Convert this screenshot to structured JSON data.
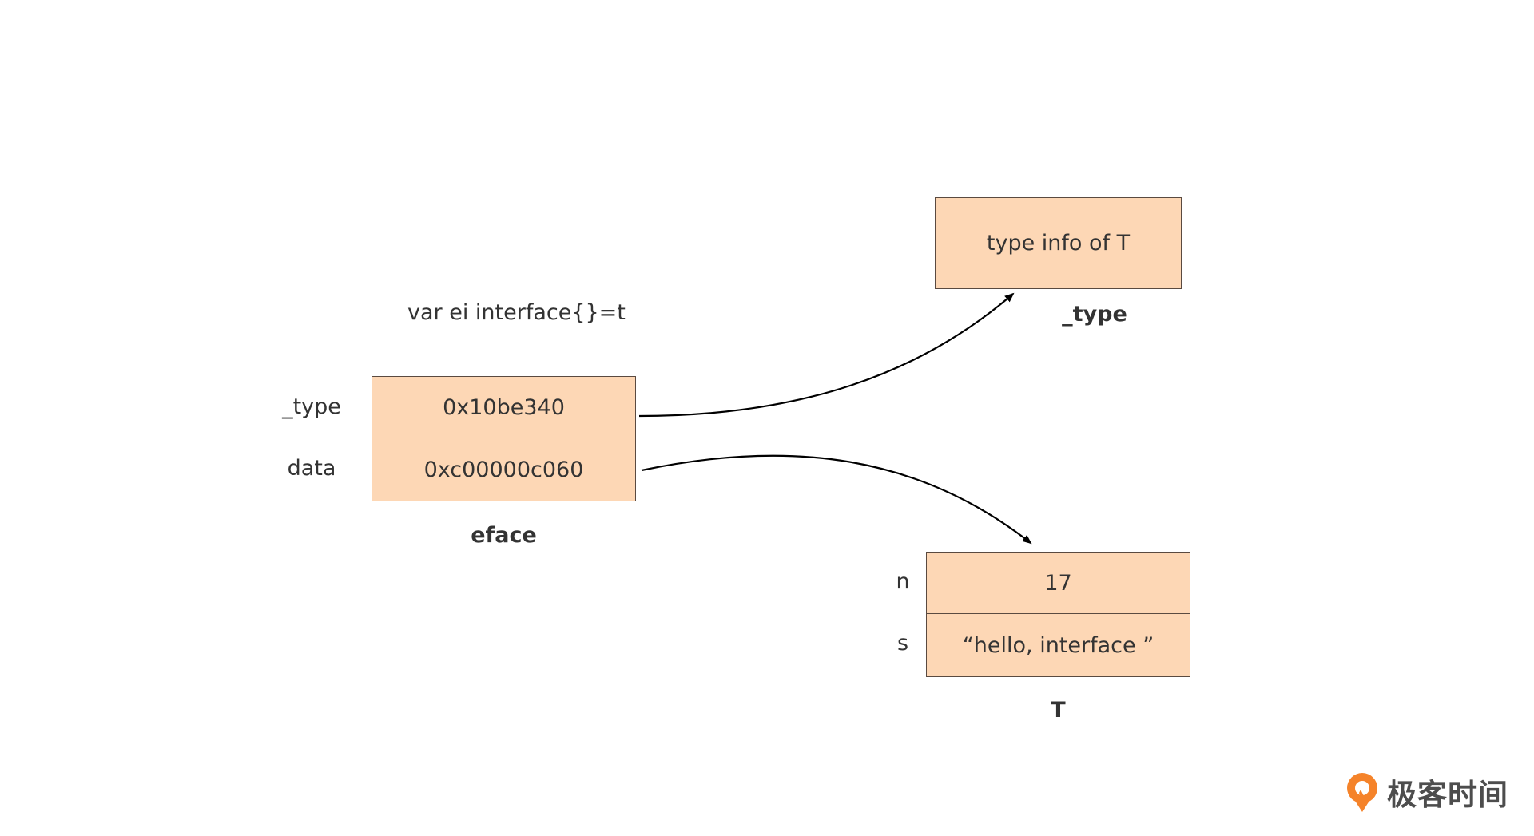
{
  "code": "var ei interface{}=t",
  "eface": {
    "caption": "eface",
    "fields": [
      {
        "name": "_type",
        "value": "0x10be340"
      },
      {
        "name": "data",
        "value": "0xc00000c060"
      }
    ]
  },
  "type_box": {
    "caption": "_type",
    "content": "type info of T"
  },
  "t_struct": {
    "caption": "T",
    "fields": [
      {
        "name": "n",
        "value": "17"
      },
      {
        "name": "s",
        "value": "“hello, interface ”"
      }
    ]
  },
  "brand": {
    "name": "极客时间",
    "icon": "geektime-logo-icon",
    "color": "#f5832a"
  },
  "colors": {
    "cell_fill": "#fdd7b5",
    "cell_border": "#5a4a40",
    "text": "#333333"
  }
}
